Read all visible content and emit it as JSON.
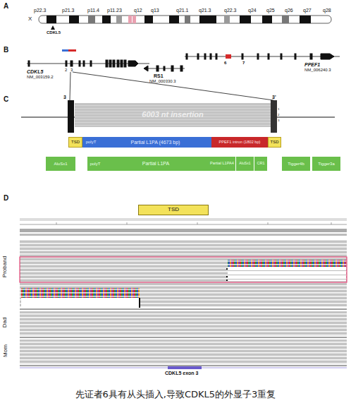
{
  "diagram": {
    "caption": "先证者6具有从头插入,导致CDKL5的外显子3重复",
    "nodes": [
      {
        "text": [
          "6003 nt insertion"
        ]
      },
      {
        "text": [
          "TSD"
        ]
      },
      {
        "text": [
          "polyT"
        ]
      },
      {
        "text": [
          "Partial L1PA (4673 bp)"
        ]
      },
      {
        "text": [
          "PPEF1 intron (1802 bp)"
        ]
      },
      {
        "text": [
          "TSD"
        ]
      },
      {
        "text": [
          "AluSx1"
        ]
      },
      {
        "text": [
          "polyT"
        ]
      },
      {
        "text": [
          "Partial L1PA"
        ]
      },
      {
        "text": [
          "Partial L1PA4"
        ]
      },
      {
        "text": [
          "AluSx1"
        ]
      },
      {
        "text": [
          "CR1"
        ]
      },
      {
        "text": [
          "Tigger4b"
        ]
      },
      {
        "text": [
          "Tigger3a"
        ]
      },
      {
        "text": [
          "TSD"
        ]
      }
    ],
    "labels": [
      "A",
      "p22.3",
      "p21.3",
      "p11.4",
      "p11.23",
      "q12",
      "q13",
      "q21.1",
      "q21.3",
      "q22.3",
      "q24",
      "q25",
      "q26",
      "q27",
      "q28",
      "X",
      "CDKL5",
      "B",
      "CDKL5",
      "NM_003159.2",
      "2",
      "3",
      "RS1",
      "NM_000330.3",
      "6",
      "7",
      "PPEF1",
      "NM_006240.3",
      "C",
      "3",
      "3'",
      "D",
      "Proband",
      "Dad",
      "Mom",
      "CDKL5 exon 3"
    ]
  }
}
